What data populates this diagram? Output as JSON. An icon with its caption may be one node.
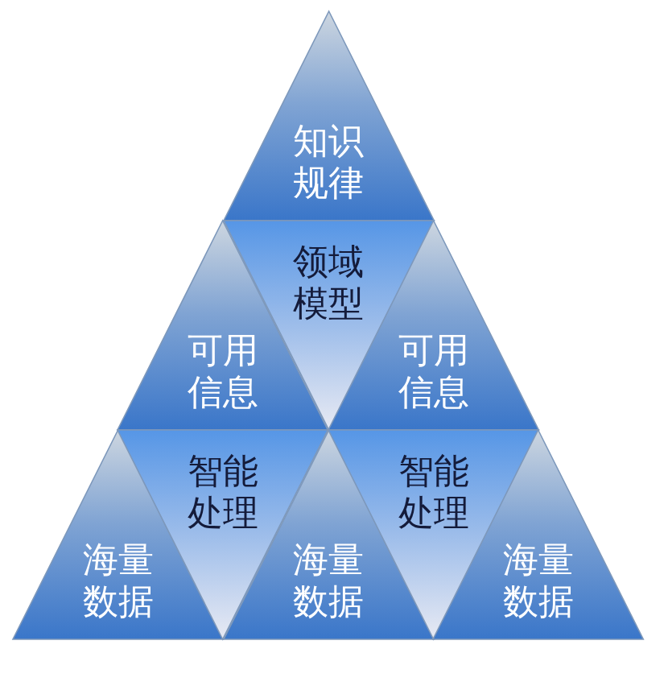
{
  "diagram": {
    "nodes": [
      {
        "text": [
          "知识规律"
        ]
      },
      {
        "text": [
          "可用信息"
        ]
      },
      {
        "text": [
          "领域模型"
        ]
      },
      {
        "text": [
          "可用信息"
        ]
      },
      {
        "text": [
          "海量数据"
        ]
      },
      {
        "text": [
          "智能处理"
        ]
      },
      {
        "text": [
          "海量数据"
        ]
      },
      {
        "text": [
          "智能处理"
        ]
      },
      {
        "text": [
          "海量数据"
        ]
      }
    ]
  }
}
